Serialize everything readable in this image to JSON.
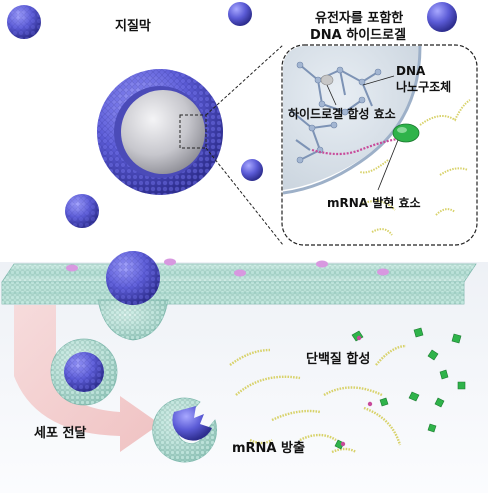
{
  "labels": {
    "lipid_membrane": "지질막",
    "dna_hydrogel_line1": "유전자를 포함한",
    "dna_hydrogel_line2": "DNA 하이드로겔",
    "dna_nanostructure_line1": "DNA",
    "dna_nanostructure_line2": "나노구조체",
    "hydrogel_synthase": "하이드로겔 합성 효소",
    "mrna_expression_enzyme": "mRNA 발현 효소",
    "cell_delivery": "세포 전달",
    "mrna_release": "mRNA 방출",
    "protein_synthesis": "단백질 합성"
  },
  "colors": {
    "lipid_purple": "#5b5bd6",
    "lipid_light": "#8a8af0",
    "core_gray": "#c9c9cf",
    "membrane_teal": "#bfe3db",
    "membrane_teal_dark": "#7fb8ad",
    "arrow_pink": "#f3c9c9",
    "protein_green": "#2fb34a",
    "mrna_yellow": "#d8d26a",
    "dna_blue": "#8fa7c9",
    "dna_pink": "#c84a9a"
  }
}
